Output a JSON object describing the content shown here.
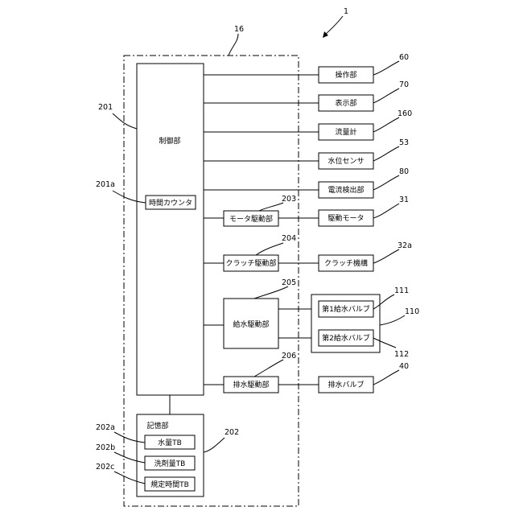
{
  "refs": {
    "device": "1",
    "control_unit": "16",
    "controller": "201",
    "timer": "201a",
    "memory": "202",
    "water_tb": "202a",
    "detergent_tb": "202b",
    "time_tb": "202c",
    "motor_drive": "203",
    "clutch_drive": "204",
    "supply_drive": "205",
    "drain_drive": "206",
    "operation": "60",
    "display": "70",
    "flow_meter": "160",
    "level_sensor": "53",
    "current_detect": "80",
    "drive_motor": "31",
    "clutch_mech": "32a",
    "valve1": "111",
    "valve_group": "110",
    "valve2": "112",
    "drain_valve": "40"
  },
  "labels": {
    "controller": "制御部",
    "timer": "時間カウンタ",
    "memory": "記憶部",
    "water_tb": "水量TB",
    "detergent_tb": "洗剤量TB",
    "time_tb": "規定時間TB",
    "motor_drive": "モータ駆動部",
    "clutch_drive": "クラッチ駆動部",
    "supply_drive": "給水駆動部",
    "drain_drive": "排水駆動部",
    "operation": "操作部",
    "display": "表示部",
    "flow_meter": "流量計",
    "level_sensor": "水位センサ",
    "current_detect": "電流検出部",
    "drive_motor": "駆動モータ",
    "clutch_mech": "クラッチ機構",
    "valve1": "第1給水バルブ",
    "valve2": "第2給水バルブ",
    "drain_valve": "排水バルブ"
  }
}
